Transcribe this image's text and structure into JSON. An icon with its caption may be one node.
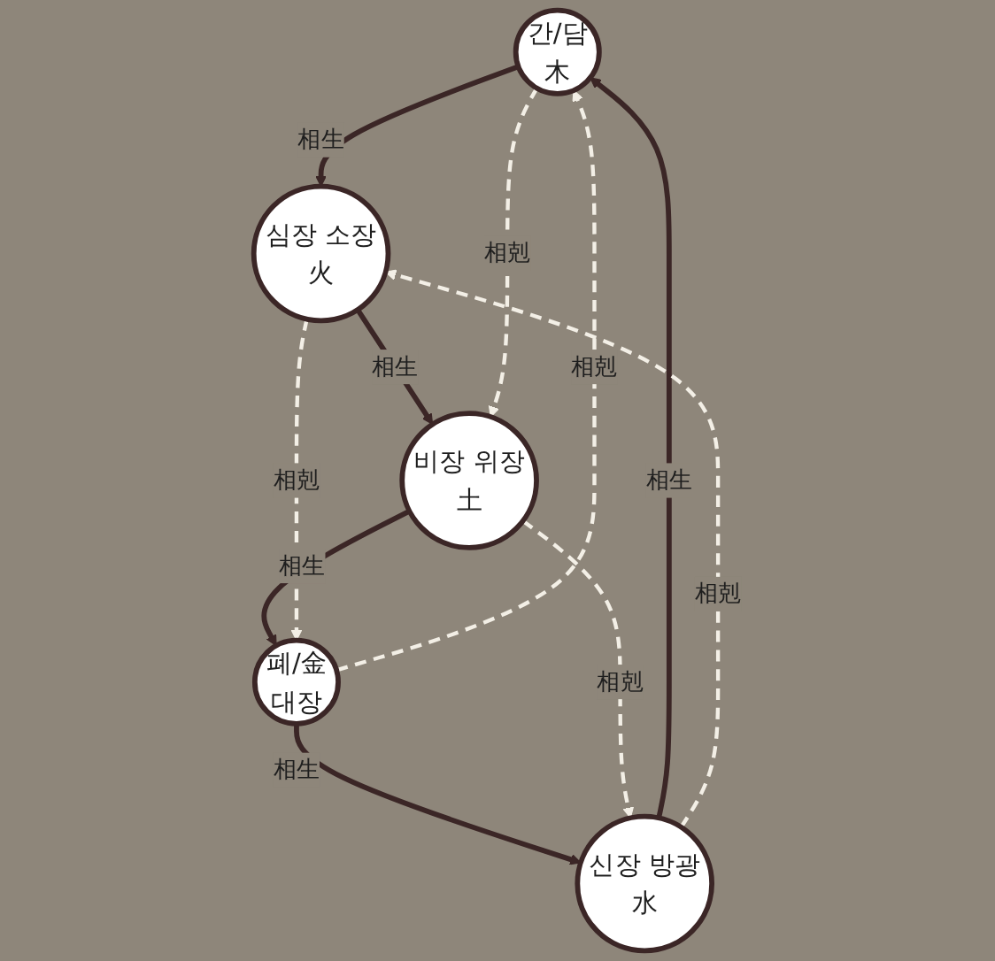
{
  "diagram": {
    "nodes": [
      {
        "text": [
          "간/담",
          "木"
        ]
      },
      {
        "text": [
          "심장 소장",
          "火"
        ]
      },
      {
        "text": [
          "비장 위장",
          "土"
        ]
      },
      {
        "text": [
          "폐/金",
          "대장"
        ]
      },
      {
        "text": [
          "신장 방광",
          "水"
        ]
      }
    ],
    "edges": [
      {
        "from": 0,
        "to": 1,
        "arrow": "to",
        "label": "相生"
      },
      {
        "from": 1,
        "to": 2,
        "arrow": "to",
        "label": "相生"
      },
      {
        "from": 2,
        "to": 3,
        "arrow": "to",
        "label": "相生"
      },
      {
        "from": 3,
        "to": 4,
        "arrow": "to",
        "label": "相生"
      },
      {
        "from": 4,
        "to": 0,
        "arrow": "to",
        "label": "相生"
      },
      {
        "from": 0,
        "to": 2,
        "arrow": "to",
        "label": "相剋",
        "style": "dashed",
        "color": "#f3efe6"
      },
      {
        "from": 4,
        "to": 1,
        "arrow": "to",
        "label": "相剋",
        "style": "dashed",
        "color": "#f3efe6"
      },
      {
        "from": 1,
        "to": 3,
        "arrow": "to",
        "label": "相剋",
        "style": "dashed",
        "color": "#f3efe6"
      },
      {
        "from": 3,
        "to": 0,
        "arrow": "to",
        "label": "相剋",
        "style": "dashed",
        "color": "#f3efe6"
      },
      {
        "from": 2,
        "to": 4,
        "arrow": "to",
        "label": "相剋",
        "style": "dashed",
        "color": "#f3efe6"
      }
    ]
  }
}
